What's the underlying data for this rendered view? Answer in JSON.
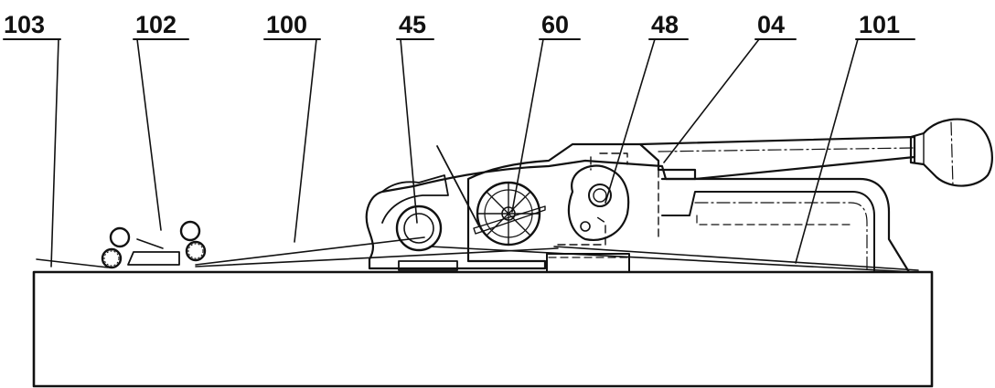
{
  "figure": {
    "callouts": [
      {
        "id": "103",
        "label": "103"
      },
      {
        "id": "102",
        "label": "102"
      },
      {
        "id": "100",
        "label": "100"
      },
      {
        "id": "45",
        "label": "45"
      },
      {
        "id": "60",
        "label": "60"
      },
      {
        "id": "48",
        "label": "48"
      },
      {
        "id": "04",
        "label": "04"
      },
      {
        "id": "101",
        "label": "101"
      }
    ]
  }
}
